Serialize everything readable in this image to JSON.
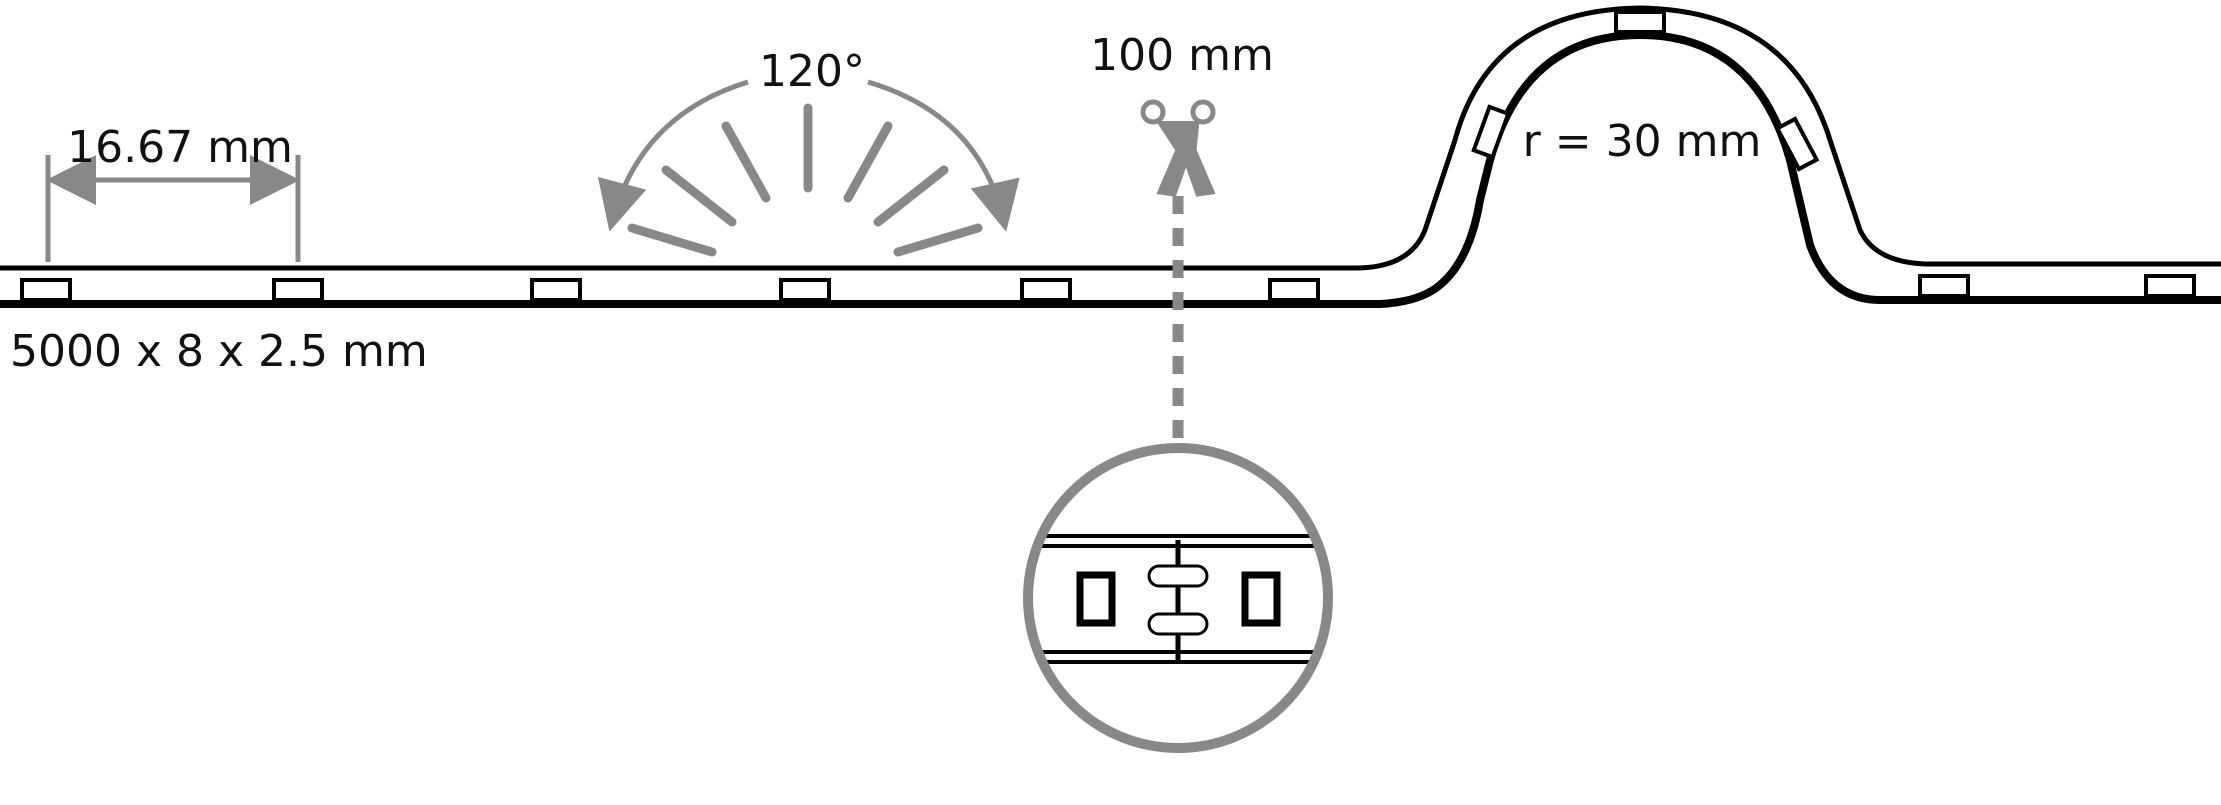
{
  "labels": {
    "pitch": "16.67 mm",
    "angle": "120°",
    "cut_interval": "100 mm",
    "dimensions": "5000 x 8 x 2.5 mm",
    "bend_radius": "r = 30 mm"
  },
  "icons": {
    "cut": "scissors-icon"
  },
  "colors": {
    "strip": "#000000",
    "annotation": "#888888",
    "background": "#ffffff"
  }
}
